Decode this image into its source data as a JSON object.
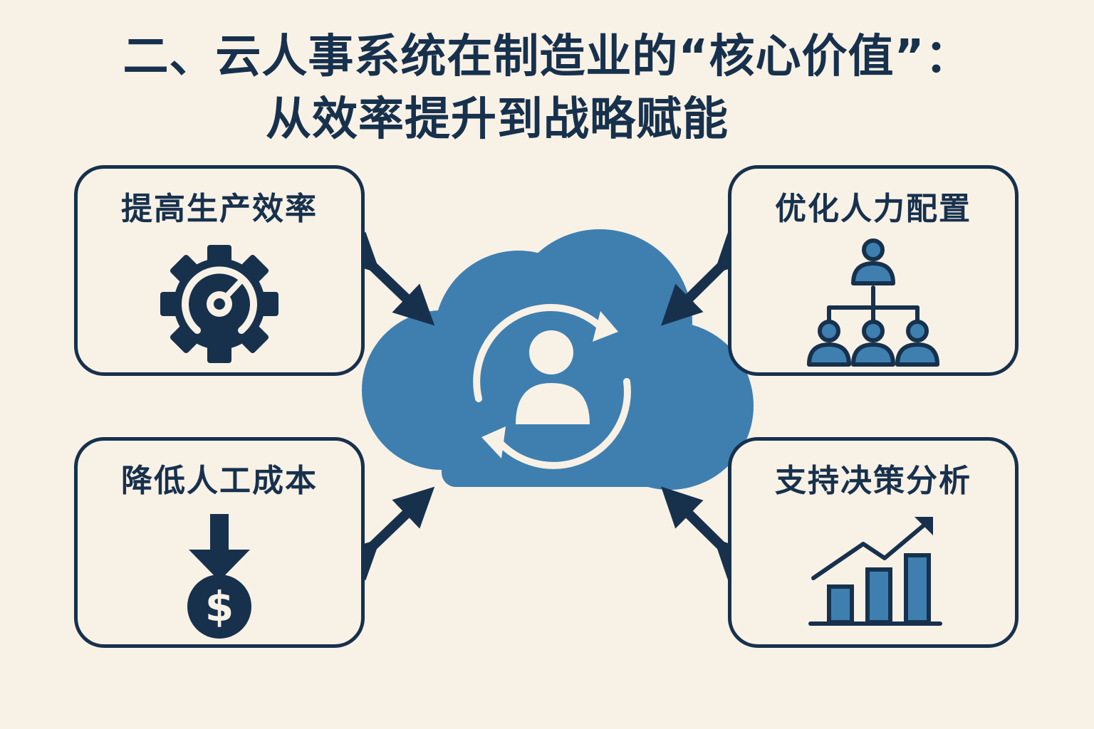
{
  "title": {
    "line1": "二、云人事系统在制造业的“核心价值”：",
    "line2": "从效率提升到战略赋能"
  },
  "center": {
    "icon": "cloud-user-sync-icon",
    "color": "#3e7fb0"
  },
  "cards": [
    {
      "label": "提高生产效率",
      "icon": "gear-gauge-icon"
    },
    {
      "label": "优化人力配置",
      "icon": "org-chart-icon"
    },
    {
      "label": "降低人工成本",
      "icon": "arrow-down-dollar-icon"
    },
    {
      "label": "支持决策分析",
      "icon": "growth-bar-chart-icon"
    }
  ],
  "colors": {
    "background": "#f8f1e6",
    "navy": "#17314d",
    "blue": "#3e7fb0"
  }
}
